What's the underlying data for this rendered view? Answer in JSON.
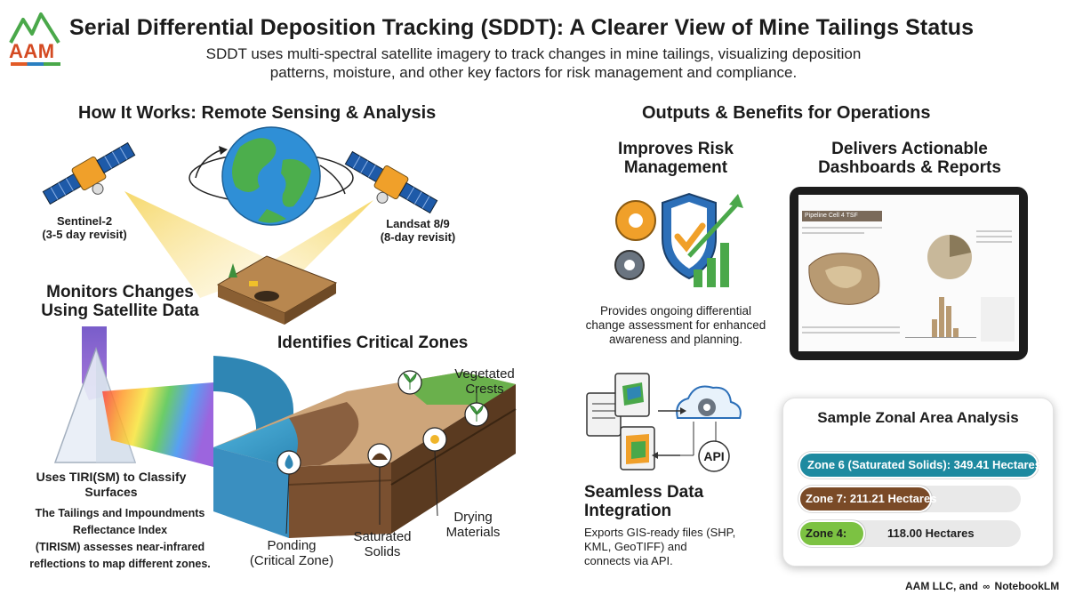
{
  "header": {
    "logo_text": "AAM",
    "title": "Serial Differential Deposition Tracking (SDDT): A Clearer View of Mine Tailings Status",
    "subtitle_line1": "SDDT uses multi-spectral satellite imagery to track changes in mine tailings, visualizing deposition",
    "subtitle_line2": "patterns, moisture, and other key factors for risk management and compliance."
  },
  "left": {
    "heading": "How It Works: Remote Sensing & Analysis",
    "sentinel_line1": "Sentinel-2",
    "sentinel_line2": "(3-5 day revisit)",
    "landsat_line1": "Landsat 8/9",
    "landsat_line2": "(8-day revisit)",
    "monitors_line1": "Monitors Changes",
    "monitors_line2": "Using Satellite Data",
    "zones_heading": "Identifies Critical Zones",
    "tiri_title_line1": "Uses TIRI(SM) to Classify",
    "tiri_title_line2": "Surfaces",
    "tiri_desc_line1": "The Tailings and Impoundments",
    "tiri_desc_line2": "Reflectance Index",
    "tiri_desc_line3": "(TIRISM) assesses near-infrared",
    "tiri_desc_line4": "reflections to  map different zones.",
    "vegetated_line1": "Vegetated",
    "vegetated_line2": "Crests",
    "drying_line1": "Drying",
    "drying_line2": "Materials",
    "saturated_line1": "Saturated",
    "saturated_line2": "Solids",
    "ponding_line1": "Ponding",
    "ponding_line2": "(Critical Zone)"
  },
  "right": {
    "heading": "Outputs & Benefits for Operations",
    "risk_line1": "Improves Risk",
    "risk_line2": "Management",
    "risk_desc_line1": "Provides ongoing differential",
    "risk_desc_line2": "change assessment for enhanced",
    "risk_desc_line3": "awareness and planning.",
    "dash_line1": "Delivers Actionable",
    "dash_line2": "Dashboards & Reports",
    "dash_screen_title": "Pipeline Cell 4 TSF",
    "api_label": "API",
    "seamless_line1": "Seamless Data",
    "seamless_line2": "Integration",
    "seamless_desc_line1": "Exports GIS-ready files (SHP,",
    "seamless_desc_line2": "KML, GeoTIFF) and",
    "seamless_desc_line3": "connects via API."
  },
  "zonal": {
    "title": "Sample Zonal Area Analysis",
    "bars": [
      {
        "label": "Zone 6 (Saturated Solids): 349.41 Hectares",
        "fraction": 1.0,
        "color": "#1e8aa0"
      },
      {
        "label": "Zone 7: 211.21 Hectares",
        "fraction": 0.6,
        "color": "#7a4a27"
      },
      {
        "label": "Zone 4:",
        "fraction": 0.3,
        "color": "#7cc242"
      }
    ],
    "zone4_value": "118.00 Hectares"
  },
  "footer": {
    "credit": "AAM LLC, and",
    "notebook": "NotebookLM"
  }
}
